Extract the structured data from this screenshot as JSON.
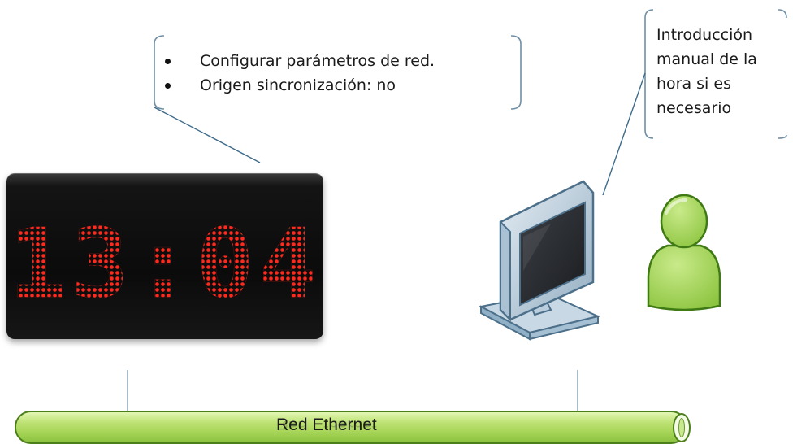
{
  "callout_config": {
    "items": [
      "Configurar parámetros de red.",
      "Origen sincronización: no"
    ]
  },
  "callout_manual": {
    "lines": [
      "Introducción",
      "manual de la",
      "hora si es",
      "necesario"
    ]
  },
  "clock": {
    "time": "13:04",
    "color": "#ff2a1e"
  },
  "network": {
    "label": "Red Ethernet",
    "color": "#a3d354"
  },
  "icons": {
    "computer": "computer-monitor-icon",
    "user": "user-icon"
  }
}
